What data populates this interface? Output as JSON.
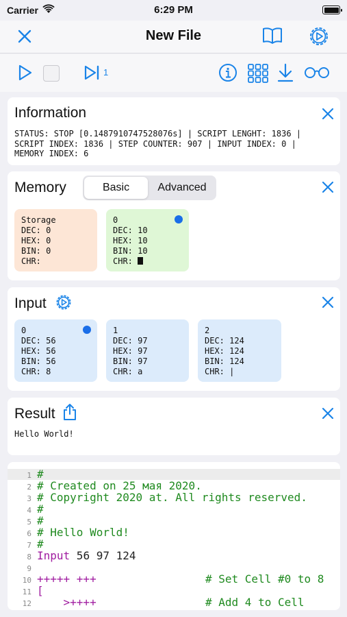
{
  "status_bar": {
    "carrier": "Carrier",
    "time": "6:29 PM"
  },
  "nav": {
    "title": "New File",
    "icons": [
      "close-icon",
      "book-icon",
      "settings-gear-icon"
    ]
  },
  "toolbar": {
    "step_count": "1",
    "icons": [
      "play-icon",
      "stop-icon",
      "step-forward-icon",
      "info-icon",
      "grid-icon",
      "download-icon",
      "glasses-icon"
    ]
  },
  "information": {
    "title": "Information",
    "lines": [
      "STATUS: STOP [0.1487910747528076s] | SCRIPT LENGHT: 1836 |",
      "SCRIPT INDEX: 1836 | STEP COUNTER: 907 | INPUT INDEX: 0 |",
      "MEMORY INDEX: 6"
    ]
  },
  "memory": {
    "title": "Memory",
    "segments": [
      "Basic",
      "Advanced"
    ],
    "selected_segment": "Basic",
    "cells": [
      {
        "header": "Storage",
        "dec": "DEC: 0",
        "hex": "HEX: 0",
        "bin": "BIN: 0",
        "chr": "CHR:",
        "color": "#fde6d6"
      },
      {
        "header": "0",
        "dec": "DEC: 10",
        "hex": "HEX: 10",
        "bin": "BIN: 10",
        "chr": "CHR:",
        "color": "#dff7d6",
        "active": true
      }
    ]
  },
  "input": {
    "title": "Input",
    "cells": [
      {
        "header": "0",
        "dec": "DEC: 56",
        "hex": "HEX: 56",
        "bin": "BIN: 56",
        "chr": "CHR: 8",
        "active": true
      },
      {
        "header": "1",
        "dec": "DEC: 97",
        "hex": "HEX: 97",
        "bin": "BIN: 97",
        "chr": "CHR: a"
      },
      {
        "header": "2",
        "dec": "DEC: 124",
        "hex": "HEX: 124",
        "bin": "BIN: 124",
        "chr": "CHR: |"
      }
    ],
    "cell_color": "#dcebfb"
  },
  "result": {
    "title": "Result",
    "output": "Hello World!"
  },
  "code": {
    "lines": [
      {
        "n": "1",
        "text": "#",
        "cls": "green"
      },
      {
        "n": "2",
        "text": "# Created on 25 мая 2020.",
        "cls": "green"
      },
      {
        "n": "3",
        "text": "# Copyright 2020 at. All rights reserved.",
        "cls": "green"
      },
      {
        "n": "4",
        "text": "#",
        "cls": "green"
      },
      {
        "n": "5",
        "text": "#",
        "cls": "green"
      },
      {
        "n": "6",
        "text": "# Hello World!",
        "cls": "green"
      },
      {
        "n": "7",
        "text": "#",
        "cls": "green"
      },
      {
        "n": "8",
        "kw": "Input",
        "text": " 56 97 124"
      },
      {
        "n": "9",
        "text": ""
      },
      {
        "n": "10",
        "op": "+++++ +++",
        "comment": "# Set Cell #0 to 8"
      },
      {
        "n": "11",
        "op": "[",
        "comment": ""
      },
      {
        "n": "12",
        "op": "    >++++",
        "comment": "# Add 4 to Cell"
      }
    ]
  },
  "colors": {
    "accent": "#1a84e8",
    "comment": "#1f8a1f",
    "keyword": "#a01ca0",
    "background": "#f0f0f5"
  }
}
